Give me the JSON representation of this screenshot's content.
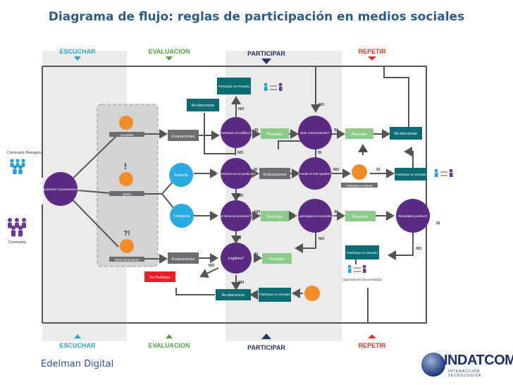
{
  "title": "Diagrama de flujo: reglas de participación en medios sociales",
  "footer": "Edelman Digital",
  "logo": {
    "text": "INDATCOM",
    "tagline": "INTERACCION TECNOLOGICA"
  },
  "colors": {
    "purple": "#5b2a83",
    "teal": "#0d6c73",
    "green": "#8dcb8a",
    "gray_box": "#6d6e71",
    "orange": "#f28c28",
    "blue": "#29aae1",
    "red": "#ee1c25",
    "blue_people": "#1fa3d9",
    "purple_people": "#6b3b8f"
  },
  "diagram": {
    "columns": {
      "top": [
        "ESCUCHAR",
        "EVALUACION",
        "PARTICIPAR",
        "REPETIR"
      ],
      "bottom": [
        "ESCUCHAR",
        "EVALUACION",
        "PARTICIPAR",
        "REPETIR"
      ]
    },
    "actors": {
      "managers": "Community Managers",
      "community": "Community"
    },
    "nodes": {
      "monitorear": "Monitorear Conversaciones",
      "cumplido": "Cumplido",
      "queja": "Queja",
      "otras": "Otras situaciones",
      "eval1": "Evaluaciones",
      "eval2": "Evaluaciones",
      "eval3": "Evaluaciones",
      "producto": "Producto",
      "compania": "Compania",
      "participar_publico": "Participar en público?",
      "experiencia": "Experiencia con el producto?",
      "tema": "el tema es sensitivo?",
      "legitimo": "Legitimo?",
      "participar_privado_top": "Participar en Privado",
      "redireccionar_top": "Re-direccionar",
      "proceder1": "Proceder",
      "proceder2": "Proceder",
      "proceder3": "Proceder",
      "proceder4": "Proceder",
      "proceder5": "Proceder",
      "mas_conv": "Mas conversación?",
      "puede_cm": "Puede el CM ayudar?",
      "participacion_pos": "La participacion es positiva?",
      "resultado": "Resultado positivo?",
      "redireccionar_right": "Re-direccionar",
      "participar_privado_right": "Participar en privado",
      "participante_molesto": "Participante Molesto",
      "participar_privado_lower": "Participar en privado",
      "opcional": "(Opcional pero recomendado)",
      "no_participar": "No Participar",
      "redireccionar_bottom": "Re-direccionar",
      "participar_privado_bottom": "Participar en privado"
    },
    "labels": {
      "si": "SI",
      "no": "NO",
      "exclaim": "!",
      "question": "?!"
    }
  }
}
